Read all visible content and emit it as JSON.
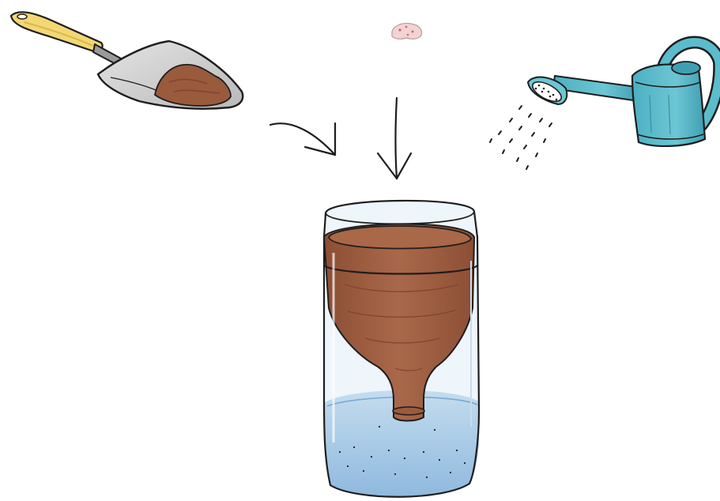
{
  "illustration": {
    "items": [
      {
        "id": "trowel",
        "icon": "trowel-with-soil-icon"
      },
      {
        "id": "seed",
        "icon": "seed-icon"
      },
      {
        "id": "watering_can",
        "icon": "watering-can-icon"
      },
      {
        "id": "planter",
        "icon": "self-watering-bottle-planter-icon"
      }
    ],
    "colors": {
      "soil": "#9a5a3c",
      "soil_dark": "#7e4630",
      "water": "#a9cbe6",
      "can": "#5bbccc",
      "handle": "#f2d774",
      "blade": "#cfcfcf",
      "seed": "#f3d3d3",
      "outline": "#1e1e1e"
    }
  }
}
